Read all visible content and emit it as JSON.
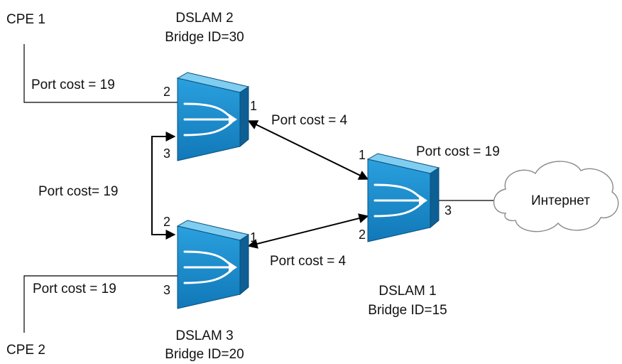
{
  "cpe1": "CPE 1",
  "cpe2": "CPE 2",
  "dslam1": {
    "name": "DSLAM 1",
    "bridge_id": "Bridge ID=15"
  },
  "dslam2": {
    "name": "DSLAM 2",
    "bridge_id": "Bridge ID=30"
  },
  "dslam3": {
    "name": "DSLAM 3",
    "bridge_id": "Bridge ID=20"
  },
  "cloud_label": "Интернет",
  "costs": {
    "cpe1_link": "Port cost = 19",
    "d2_d1_link": "Port cost = 4",
    "d1_internet_link": "Port cost = 19",
    "d2_d3_link": "Port cost= 19",
    "d3_d1_link": "Port cost = 4",
    "cpe2_link": "Port cost = 19"
  },
  "ports": {
    "d2_p1": "1",
    "d2_p2": "2",
    "d2_p3": "3",
    "d3_p1": "1",
    "d3_p2": "2",
    "d3_p3": "3",
    "d1_p1": "1",
    "d1_p2": "2",
    "d1_p3": "3"
  },
  "colors": {
    "switch_front": "#1e8fd0",
    "switch_top": "#6cc4ec",
    "switch_side": "#0d5f94",
    "line": "#000000"
  }
}
